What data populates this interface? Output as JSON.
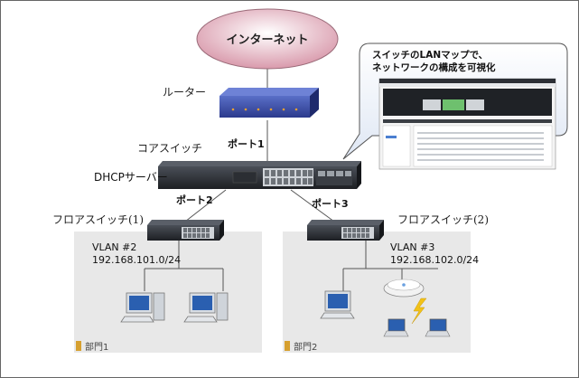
{
  "internet": {
    "label": "インターネット"
  },
  "router": {
    "label": "ルーター"
  },
  "core_switch": {
    "label": "コアスイッチ",
    "role": "DHCPサーバー"
  },
  "ports": {
    "p1": "ポート1",
    "p2": "ポート2",
    "p3": "ポート3"
  },
  "floor_switch_1": {
    "label": "フロアスイッチ(1)",
    "vlan": "VLAN #2",
    "subnet": "192.168.101.0/24"
  },
  "floor_switch_2": {
    "label": "フロアスイッチ(2)",
    "vlan": "VLAN #3",
    "subnet": "192.168.102.0/24"
  },
  "dept_1": {
    "label": "部門1"
  },
  "dept_2": {
    "label": "部門2"
  },
  "callout": {
    "line1": "スイッチのLANマップで、",
    "line2": "ネットワークの構成を可視化"
  },
  "colors": {
    "internet_fill": "#e2aab8",
    "router_fill": "#2d3f92",
    "dept_bg": "#e8e8e8",
    "dept_tag": "#d6a030",
    "device_dark": "#26292e"
  }
}
